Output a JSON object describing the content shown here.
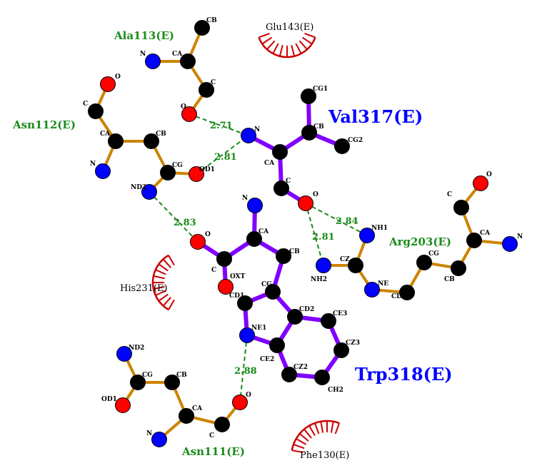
{
  "colors": {
    "carbon": "#000000",
    "nitrogen": "#0000ff",
    "oxygen": "#ff0000",
    "ligand_bond": "#8000ff",
    "residue_bond": "#cc8400",
    "hbond": "#1a8a1a",
    "hydrophobic": "#cc0000",
    "ligand_label": "#0000ff",
    "residue_label": "#1a8a1a"
  },
  "ligand_residues": [
    {
      "name": "Val317(E)",
      "atoms": [
        "N",
        "CA",
        "CB",
        "CG1",
        "CG2",
        "C",
        "O"
      ]
    },
    {
      "name": "Trp318(E)",
      "atoms": [
        "N",
        "CA",
        "C",
        "O",
        "OXT",
        "CB",
        "CG",
        "CD1",
        "NE1",
        "CE2",
        "CD2",
        "CE3",
        "CZ3",
        "CH2",
        "CZ2"
      ]
    }
  ],
  "residues": [
    {
      "name": "Ala113(E)",
      "atoms": [
        "N",
        "CA",
        "CB",
        "C",
        "O"
      ]
    },
    {
      "name": "Asn112(E)",
      "atoms": [
        "O",
        "C",
        "CA",
        "CB",
        "CG",
        "OD1",
        "ND2",
        "N"
      ]
    },
    {
      "name": "Arg203(E)",
      "atoms": [
        "NH1",
        "CZ",
        "NH2",
        "NE",
        "CD",
        "CG",
        "CB",
        "CA",
        "N",
        "C",
        "O"
      ]
    },
    {
      "name": "Asn111(E)",
      "atoms": [
        "ND2",
        "CG",
        "CB",
        "CA",
        "N",
        "C",
        "O",
        "OD1"
      ]
    }
  ],
  "hbonds": [
    "2.71",
    "2.81",
    "2.83",
    "2.84",
    "2.81",
    "2.88"
  ],
  "hydrophobic": [
    "Glu143(E)",
    "His231(E)",
    "Phe130(E)"
  ]
}
